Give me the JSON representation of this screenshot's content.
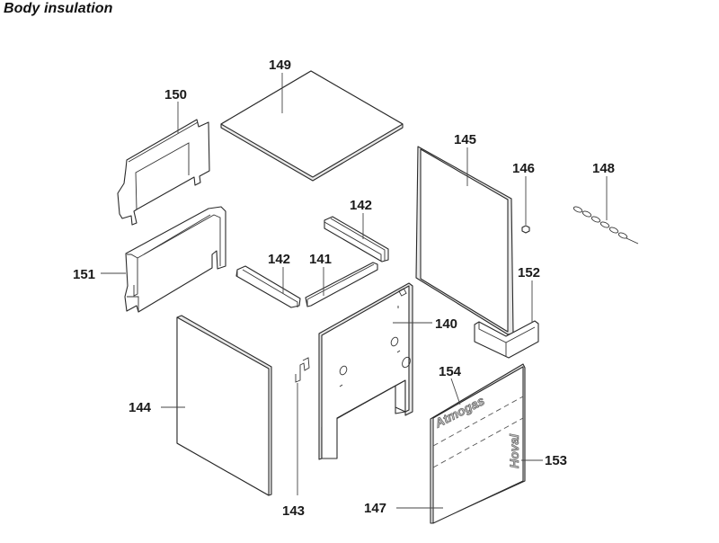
{
  "title": "Body insulation",
  "parts": [
    {
      "id": "140",
      "label": "140",
      "name": "front-insulation-panel"
    },
    {
      "id": "141",
      "label": "141",
      "name": "bottom-channel"
    },
    {
      "id": "142a",
      "label": "142",
      "name": "side-channel-left"
    },
    {
      "id": "142b",
      "label": "142",
      "name": "side-channel-right"
    },
    {
      "id": "143",
      "label": "143",
      "name": "hook-clip"
    },
    {
      "id": "144",
      "label": "144",
      "name": "left-side-panel"
    },
    {
      "id": "145",
      "label": "145",
      "name": "right-side-panel"
    },
    {
      "id": "146",
      "label": "146",
      "name": "small-fastener"
    },
    {
      "id": "147",
      "label": "147",
      "name": "front-cover-panel"
    },
    {
      "id": "148",
      "label": "148",
      "name": "chain"
    },
    {
      "id": "149",
      "label": "149",
      "name": "top-insulation-board"
    },
    {
      "id": "150",
      "label": "150",
      "name": "rear-upper-frame"
    },
    {
      "id": "151",
      "label": "151",
      "name": "rear-lower-frame"
    },
    {
      "id": "152",
      "label": "152",
      "name": "corner-block"
    },
    {
      "id": "153",
      "label": "153",
      "name": "hoval-logo"
    },
    {
      "id": "154",
      "label": "154",
      "name": "atmogas-logo"
    }
  ],
  "brands": {
    "atmogas": "Atmogas",
    "hoval": "Hoval"
  },
  "labels": {
    "p140": "140",
    "p141": "141",
    "p142a": "142",
    "p142b": "142",
    "p143": "143",
    "p144": "144",
    "p145": "145",
    "p146": "146",
    "p147": "147",
    "p148": "148",
    "p149": "149",
    "p150": "150",
    "p151": "151",
    "p152": "152",
    "p153": "153",
    "p154": "154"
  }
}
